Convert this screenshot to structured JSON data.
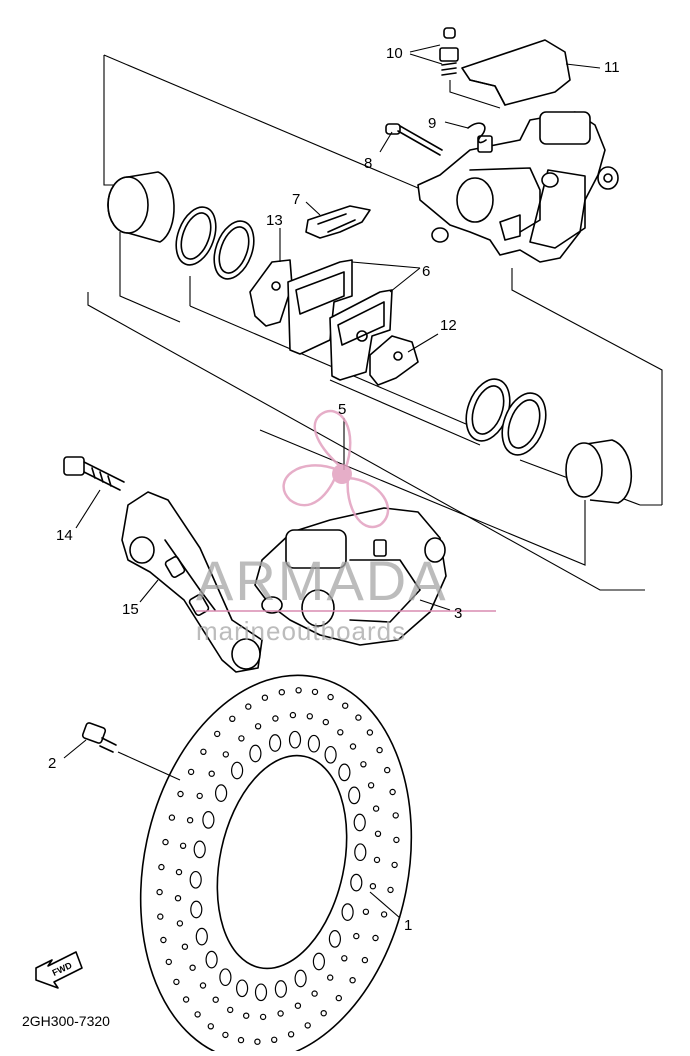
{
  "diagram": {
    "callouts": [
      "1",
      "2",
      "3",
      "5",
      "6",
      "7",
      "8",
      "9",
      "10",
      "11",
      "12",
      "13",
      "14",
      "15"
    ],
    "part_code": "2GH300-7320",
    "fwd_label": "FWD"
  },
  "watermark": {
    "brand": "ARMADA",
    "tagline": "marineoutboards",
    "colors": {
      "pink": "#e2a0bf",
      "text": "#a6a6a6",
      "rule": "#d98bb1"
    }
  }
}
